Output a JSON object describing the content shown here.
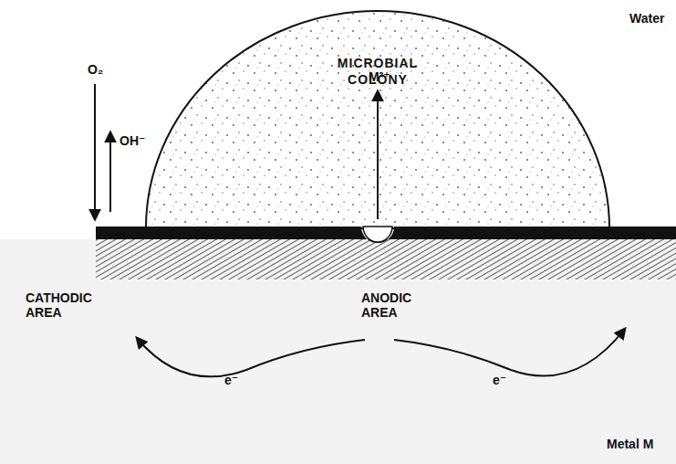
{
  "diagram": {
    "nodes": [
      {
        "text": [
          "MICROBIAL COLONY"
        ]
      }
    ],
    "labels": [
      "Water",
      "O₂",
      "OH⁻",
      "M²⁺",
      "CATHODIC AREA",
      "ANODIC AREA",
      "e⁻",
      "e⁻",
      "Metal M"
    ]
  }
}
